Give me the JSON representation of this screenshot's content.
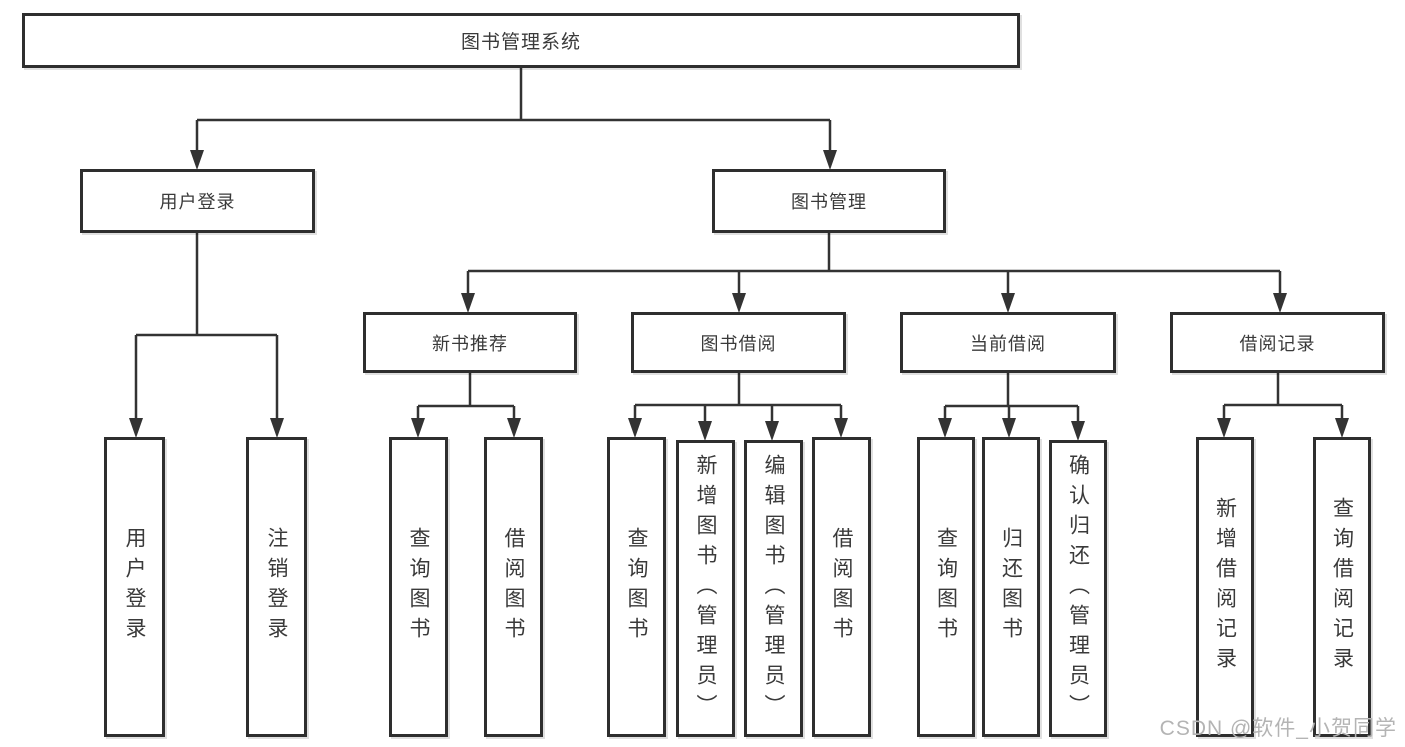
{
  "diagram": {
    "title": "图书管理系统",
    "type": "hierarchy-tree",
    "colors": {
      "line": "#333333",
      "box_border": "#2e2e2e",
      "text": "#3a3a3a",
      "background": "#ffffff",
      "watermark": "#b4b4b4"
    },
    "nodes": {
      "root": "图书管理系统",
      "user_login": "用户登录",
      "book_mgmt": "图书管理",
      "new_book_rec": "新书推荐",
      "book_borrow": "图书借阅",
      "current_borrow": "当前借阅",
      "borrow_record": "借阅记录",
      "leaf_user_login": "用户登录",
      "leaf_logout": "注销登录",
      "leaf_nbr_query": "查询图书",
      "leaf_nbr_borrow": "借阅图书",
      "leaf_bb_query": "查询图书",
      "leaf_bb_add": "新增图书（管理员）",
      "leaf_bb_edit": "编辑图书（管理员）",
      "leaf_bb_borrow": "借阅图书",
      "leaf_cb_query": "查询图书",
      "leaf_cb_return": "归还图书",
      "leaf_cb_confirm": "确认归还（管理员）",
      "leaf_br_add": "新增借阅记录",
      "leaf_br_query": "查询借阅记录"
    },
    "edges": [
      {
        "from": "root",
        "to": [
          "user_login",
          "book_mgmt"
        ]
      },
      {
        "from": "user_login",
        "to": [
          "leaf_user_login",
          "leaf_logout"
        ]
      },
      {
        "from": "book_mgmt",
        "to": [
          "new_book_rec",
          "book_borrow",
          "current_borrow",
          "borrow_record"
        ]
      },
      {
        "from": "new_book_rec",
        "to": [
          "leaf_nbr_query",
          "leaf_nbr_borrow"
        ]
      },
      {
        "from": "book_borrow",
        "to": [
          "leaf_bb_query",
          "leaf_bb_add",
          "leaf_bb_edit",
          "leaf_bb_borrow"
        ]
      },
      {
        "from": "current_borrow",
        "to": [
          "leaf_cb_query",
          "leaf_cb_return",
          "leaf_cb_confirm"
        ]
      },
      {
        "from": "borrow_record",
        "to": [
          "leaf_br_add",
          "leaf_br_query"
        ]
      }
    ]
  },
  "watermark": "CSDN @软件_小贺同学"
}
